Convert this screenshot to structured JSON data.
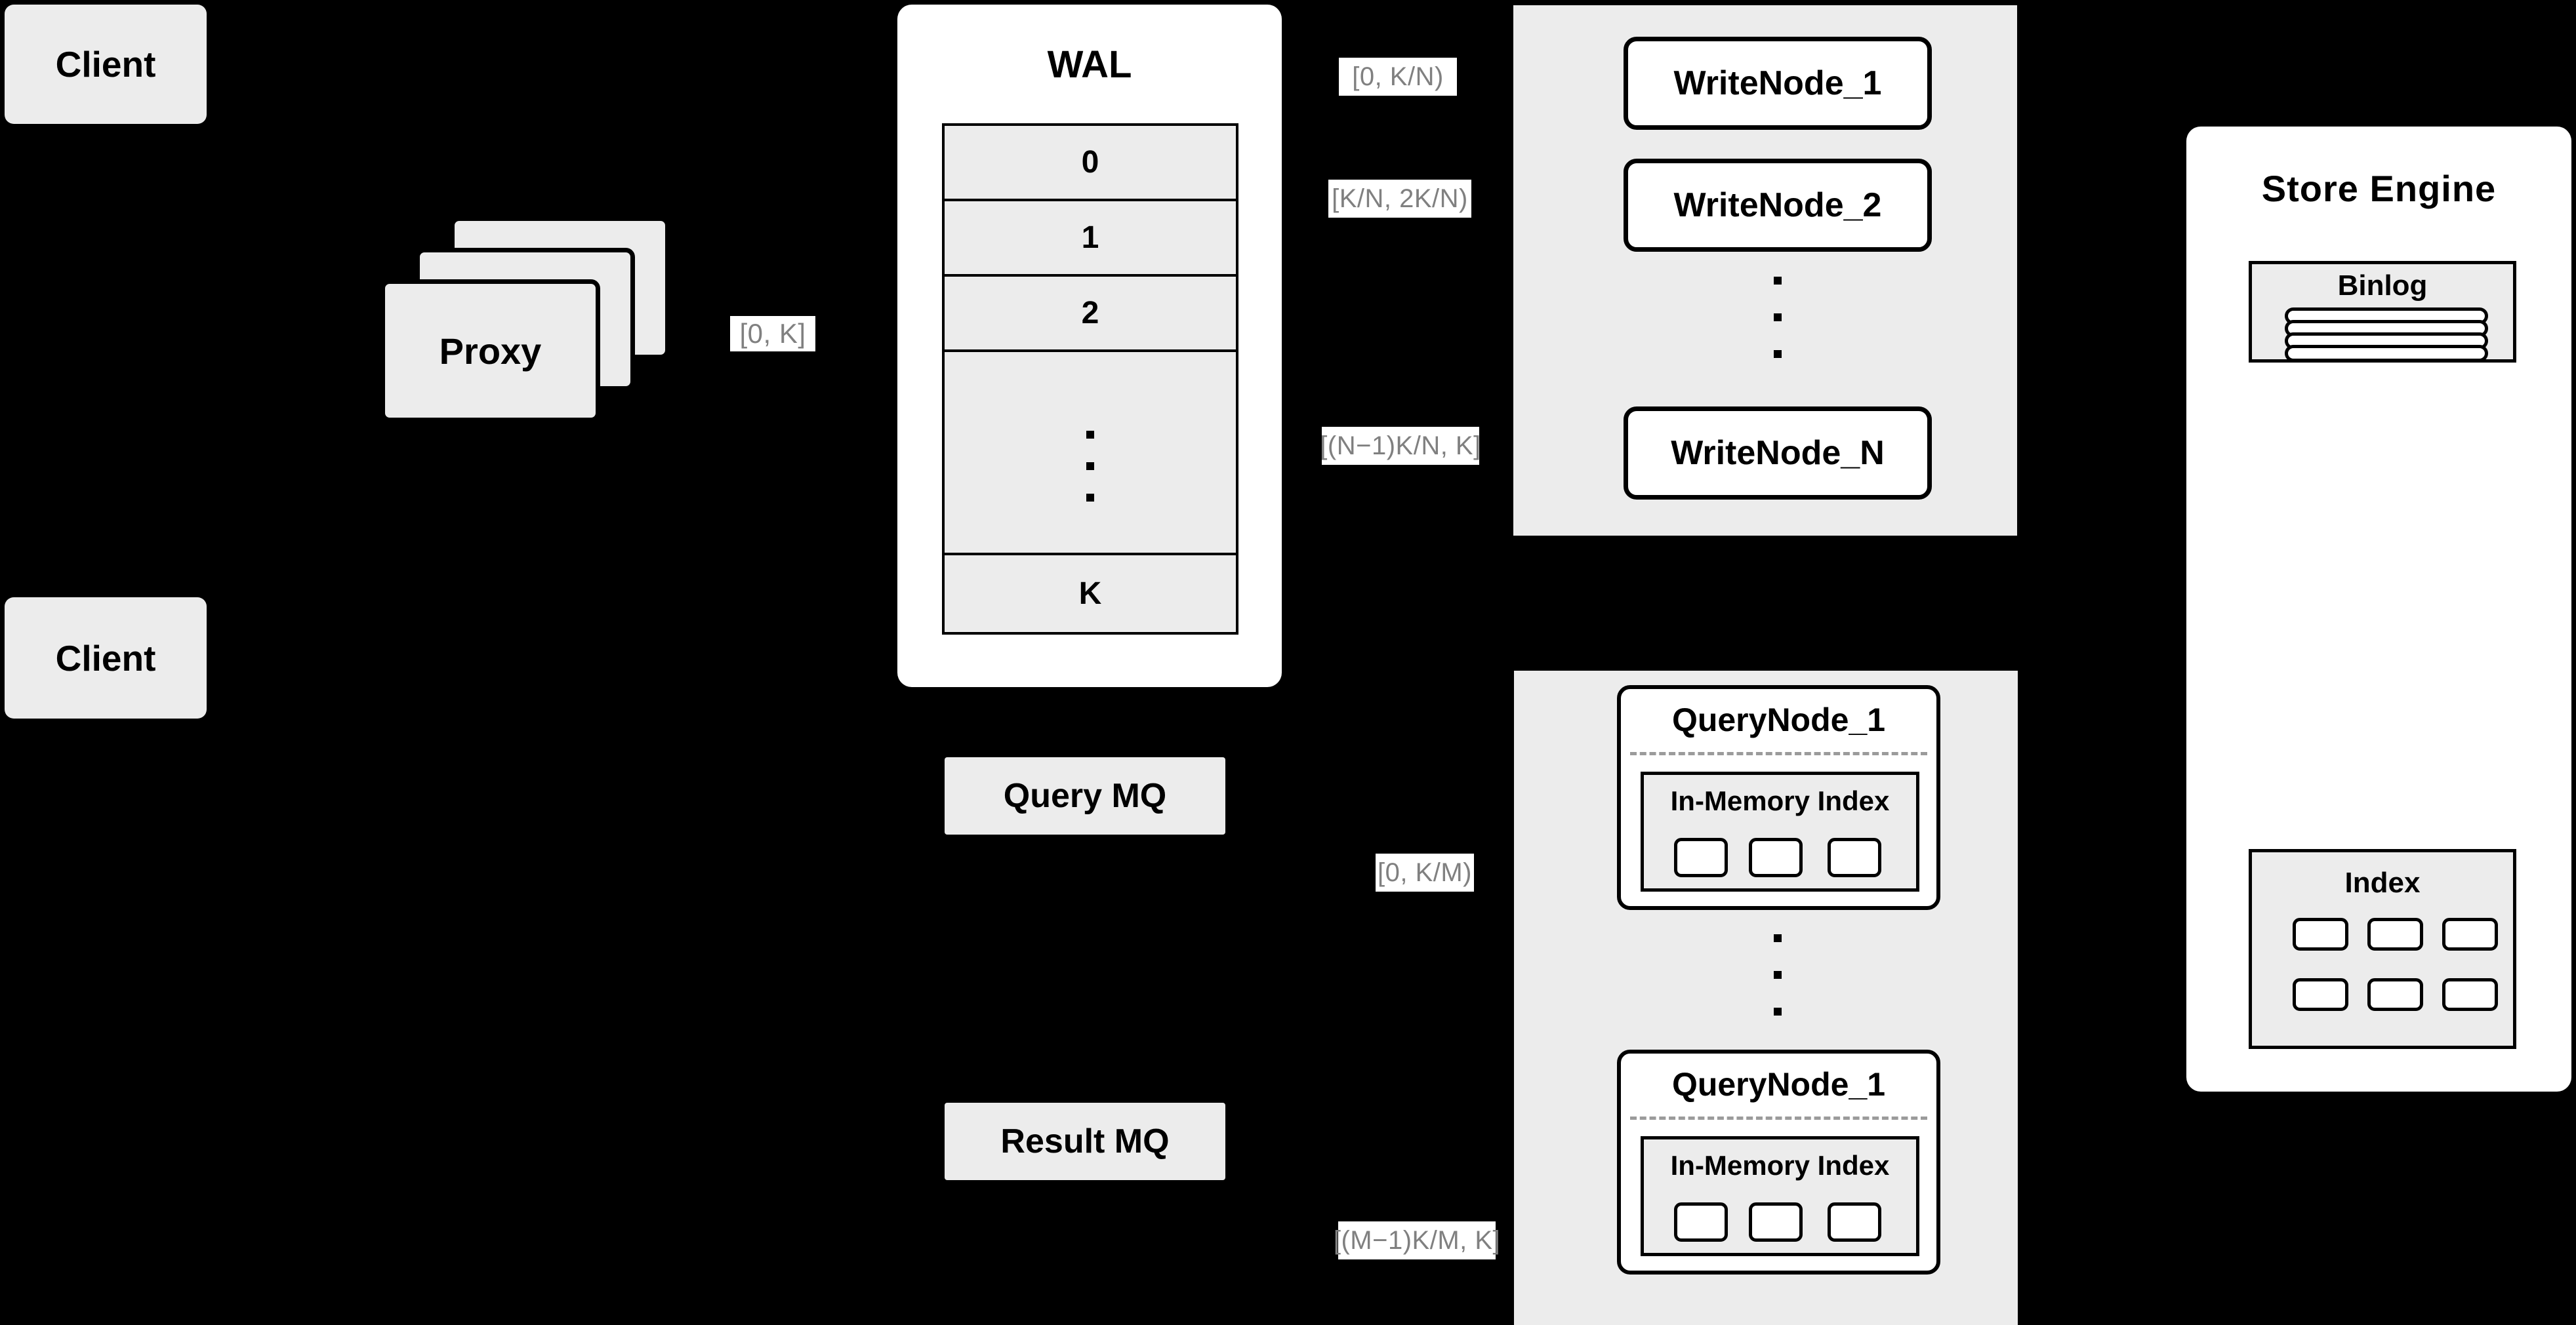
{
  "diagram": {
    "title": "Distributed write/query architecture",
    "background_color": "#000000",
    "panel_gray": "#ececec",
    "panel_white": "#ffffff",
    "label_text_color": "#808080"
  },
  "clients": [
    {
      "label": "Client"
    },
    {
      "label": "Client"
    }
  ],
  "proxy": {
    "label": "Proxy",
    "stack_count": 3
  },
  "edge_labels": {
    "proxy_to_wal": "[0, K]",
    "wal_to_write_node_1": "[0,  K/N)",
    "wal_to_write_node_2": "[K/N, 2K/N)",
    "wal_to_write_node_n": "[(N−1)K/N,  K]",
    "mq_to_query_node_1": "[0, K/M)",
    "mq_to_query_node_m": "[(M−1)K/M, K]"
  },
  "wal": {
    "title": "WAL",
    "entries": [
      "0",
      "1",
      "2",
      "⋮",
      "K"
    ],
    "entry_labels": [
      "0",
      "1",
      "2",
      "K"
    ],
    "ellipsis_rows": 3
  },
  "write_nodes": {
    "group_name": "write-node-group",
    "nodes": [
      {
        "label": "WriteNode_1"
      },
      {
        "label": "WriteNode_2"
      },
      {
        "label": "WriteNode_N"
      }
    ],
    "ellipsis_dots": 3
  },
  "query_nodes": {
    "group_name": "query-node-group",
    "nodes": [
      {
        "label": "QueryNode_1",
        "index": {
          "label": "In-Memory Index",
          "segment_count": 3
        }
      },
      {
        "label": "QueryNode_1",
        "index": {
          "label": "In-Memory Index",
          "segment_count": 3
        }
      }
    ],
    "ellipsis_dots": 3
  },
  "message_queues": [
    {
      "label": "Query MQ"
    },
    {
      "label": "Result MQ"
    }
  ],
  "store_engine": {
    "title": "Store Engine",
    "binlog": {
      "label": "Binlog",
      "row_count": 4
    },
    "index": {
      "label": "Index",
      "cell_count": 6,
      "rows": 2,
      "cols": 3
    }
  }
}
